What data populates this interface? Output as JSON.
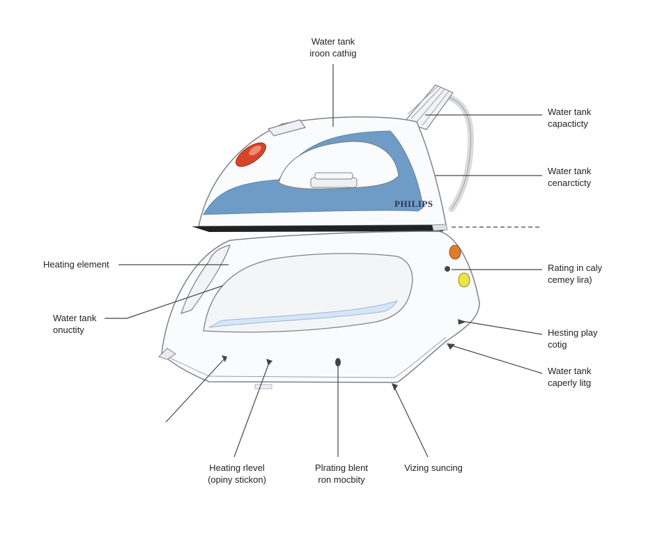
{
  "colors": {
    "accent_blue": "#6f9cc6",
    "body_white": "#fafbfc",
    "outline": "#7d8288",
    "leader": "#444444",
    "indicator_orange": "#e07b2e",
    "indicator_yellow": "#efe445",
    "button_red": "#d8442a"
  },
  "brand": "PHILIPS",
  "labels": {
    "top": {
      "line1": "Water tank",
      "line2": "iroon cathig"
    },
    "right_1": {
      "line1": "Water tank",
      "line2": "capacticty"
    },
    "right_2": {
      "line1": "Water tank",
      "line2": "cenarcticty"
    },
    "right_3": {
      "line1": "Rating in caly",
      "line2": "cemey lira)"
    },
    "right_4": {
      "line1": "Hesting play",
      "line2": "cotig"
    },
    "right_5": {
      "line1": "Water tank",
      "line2": "caperly litg"
    },
    "left_1": {
      "line1": "Heating element"
    },
    "left_2": {
      "line1": "Water tank",
      "line2": "onuctity"
    },
    "bottom_left": {
      "line1": "Heating rlevel",
      "line2": "(opiny stickon)"
    },
    "bottom_mid": {
      "line1": "Plrating blent",
      "line2": "ron mocbity"
    },
    "bottom_right": {
      "line1": "Vizing suncing"
    }
  }
}
